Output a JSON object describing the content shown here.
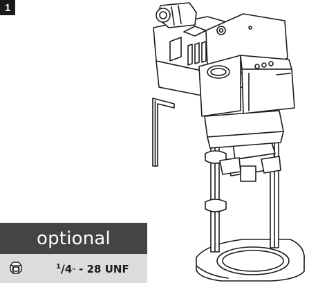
{
  "step": {
    "number": "1"
  },
  "optional_box": {
    "title": "optional",
    "part": {
      "icon": "hex-nut-icon",
      "fraction_numerator": "1",
      "fraction_denominator": "4",
      "inch_mark": "\"",
      "thread": " - 28 UNF"
    }
  },
  "illustration": {
    "items": [
      "actuator-assembly",
      "hex-key-tool"
    ]
  },
  "colors": {
    "header_bg": "#444444",
    "row_bg": "#dcdcdc",
    "badge_bg": "#1a1a1a"
  }
}
